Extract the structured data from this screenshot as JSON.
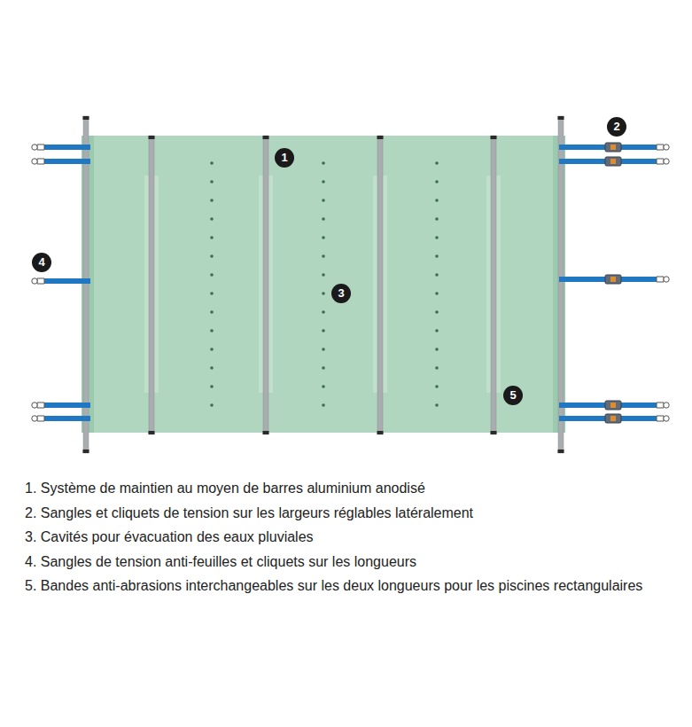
{
  "diagram": {
    "labels": [
      "1",
      "2",
      "3",
      "4",
      "5",
      "1. Système de maintien au moyen de barres aluminium anodisé",
      "2. Sangles et cliquets de tension sur les largeurs réglables latéralement",
      "3. Cavités pour évacuation des eaux pluviales",
      "4. Sangles de tension anti-feuilles et cliquets sur les longueurs",
      "5. Bandes anti-abrasions interchangeables sur les deux longueurs pour les piscines rectangulaires"
    ]
  }
}
